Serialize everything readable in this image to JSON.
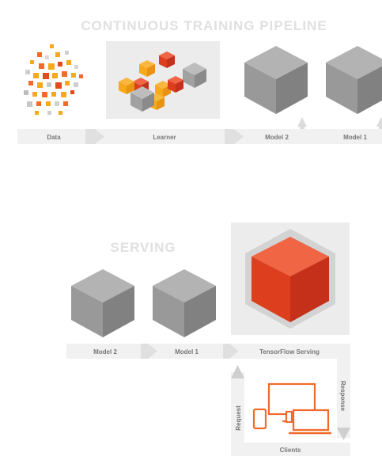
{
  "training": {
    "title": "CONTINUOUS TRAINING PIPELINE",
    "labels": {
      "data": "Data",
      "learner": "Learner",
      "model2": "Model 2",
      "model1": "Model 1"
    }
  },
  "serving": {
    "title": "SERVING",
    "labels": {
      "model2": "Model 2",
      "model1": "Model 1",
      "tfserving": "TensorFlow Serving",
      "request": "Request",
      "response": "Response",
      "clients": "Clients"
    }
  },
  "colors": {
    "band": "#f1f1f1",
    "panel": "#ececec",
    "cube_gray_top": "#b3b3b3",
    "cube_gray_left": "#999999",
    "cube_gray_right": "#818181",
    "cube_red_top": "#f06543",
    "cube_red_left": "#dd3e1e",
    "cube_red_right": "#c4301a",
    "accent_orange": "#f26a2a",
    "accent_yellow": "#f7a81b"
  },
  "icons": [
    "data-scatter-icon",
    "learner-icon",
    "model-cube-icon",
    "tensorflow-serving-cube-icon",
    "devices-icon",
    "arrow-icon"
  ]
}
